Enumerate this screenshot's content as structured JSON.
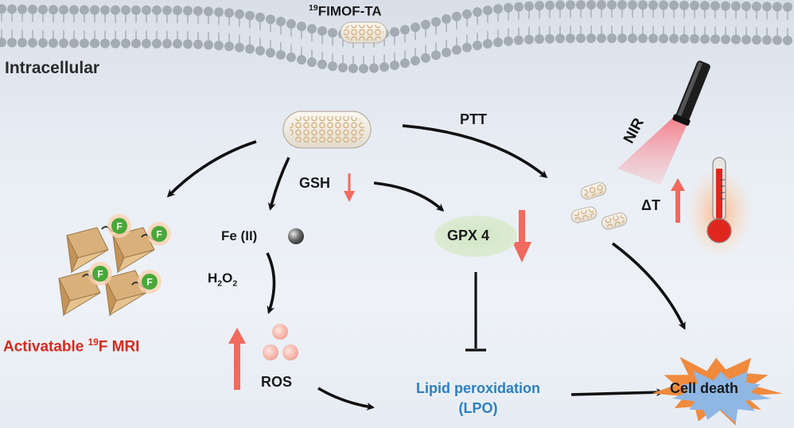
{
  "labels": {
    "nanoparticle_prefix": "19",
    "nanoparticle_name": "FIMOF-TA",
    "region": "Intracellular",
    "ptt": "PTT",
    "nir": "NIR",
    "gsh": "GSH",
    "fe": "Fe (II)",
    "h2o2_a": "H",
    "h2o2_b": "2",
    "h2o2_c": "O",
    "h2o2_d": "2",
    "ros": "ROS",
    "gpx4": "GPX 4",
    "delta_t": "ΔT",
    "mri_a": "Activatable ",
    "mri_b": "19",
    "mri_c": "F MRI",
    "lpo_1": "Lipid peroxidation",
    "lpo_2": "(LPO)",
    "cell_death": "Cell death",
    "fluorine": "F"
  },
  "colors": {
    "arrow": "#111111",
    "down_arrow": "#f06a5e",
    "mri_text": "#d62b1e",
    "lpo_text": "#2d7fbf",
    "gpx_bubble": "#d9ead3",
    "burst_outer": "#f08a3c",
    "burst_inner": "#8fb7e4"
  }
}
